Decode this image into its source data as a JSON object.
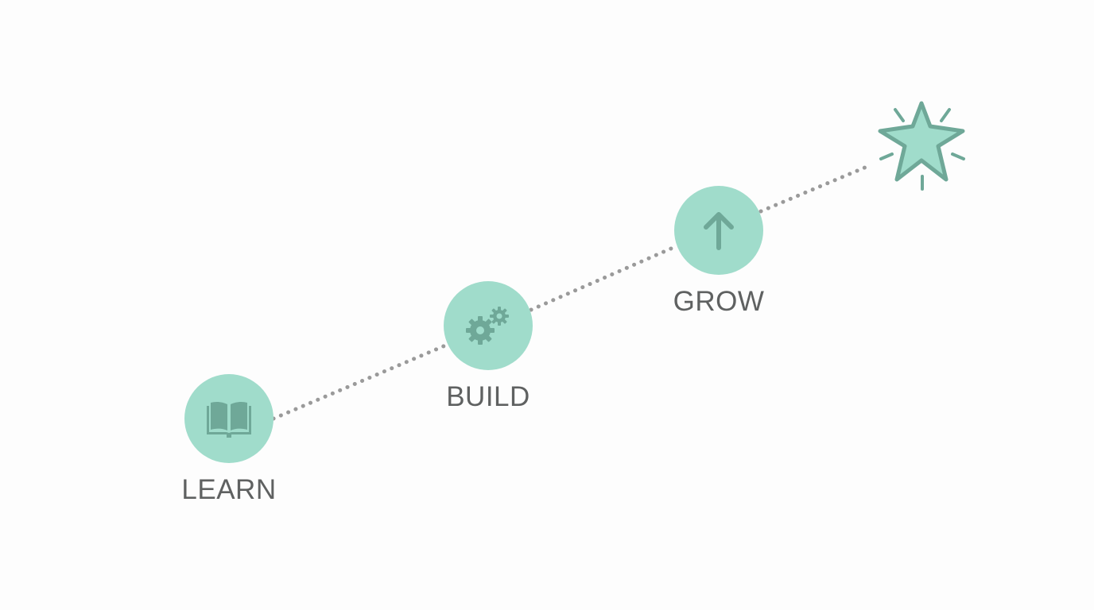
{
  "steps": [
    {
      "label": "LEARN",
      "icon": "open-book-icon"
    },
    {
      "label": "BUILD",
      "icon": "gears-icon"
    },
    {
      "label": "GROW",
      "icon": "arrow-up-icon"
    }
  ],
  "goal": {
    "icon": "star-burst-icon"
  },
  "colors": {
    "circle_fill": "#a0dccb",
    "icon_fill": "#6fa898",
    "star_fill": "#a0dccb",
    "star_stroke": "#6fa898",
    "label_text": "#5f6161",
    "connector": "#9a9a9a",
    "background": "#fdfdfd"
  },
  "connector_style": "dotted"
}
